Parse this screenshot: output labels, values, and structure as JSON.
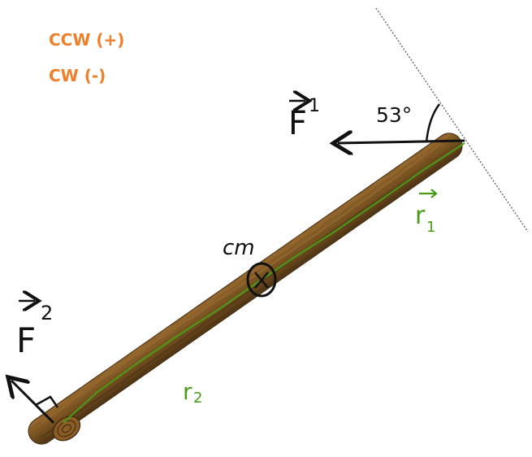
{
  "notes": {
    "line1": "CCW (+)",
    "line2": "CW (-)"
  },
  "labels": {
    "force1": "F",
    "force1_sup": "1",
    "force2": "F",
    "force2_sup": "2",
    "angle": "53°",
    "center_of_mass": "cm",
    "r1": "r",
    "r1_sub": "1",
    "r2": "r",
    "r2_sub": "2"
  },
  "colors": {
    "stick": "#7a5421",
    "stick_dark": "#5a3a14",
    "stick_highlight": "#9b6e33",
    "ink": "#111111",
    "green": "#4a9b18",
    "orange": "#f07f2a",
    "wall_line": "#666666"
  }
}
